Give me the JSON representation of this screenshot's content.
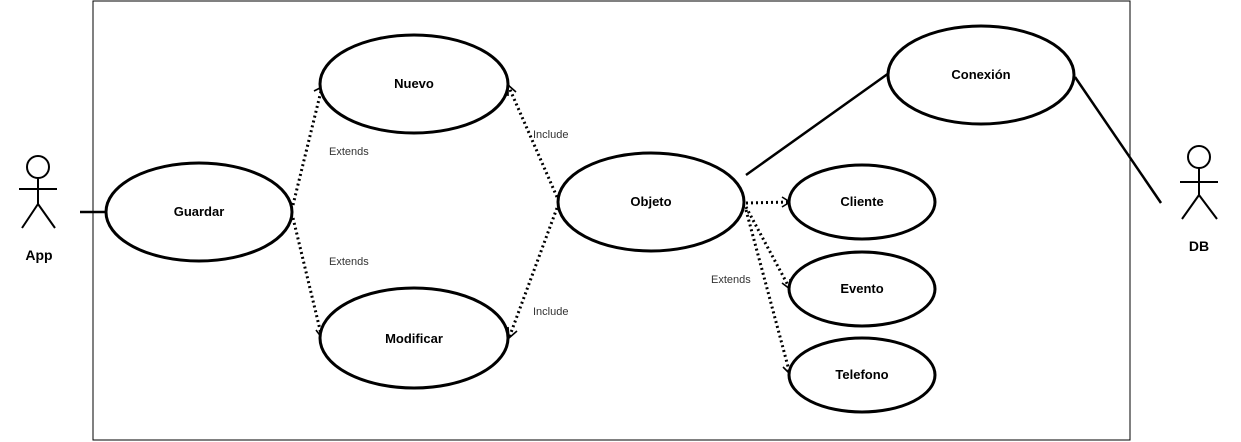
{
  "actors": {
    "app": "App",
    "db": "DB"
  },
  "use_cases": {
    "guardar": "Guardar",
    "nuevo": "Nuevo",
    "modificar": "Modificar",
    "objeto": "Objeto",
    "conexion": "Conexión",
    "cliente": "Cliente",
    "evento": "Evento",
    "telefono": "Telefono"
  },
  "relations": {
    "extends_nuevo": "Extends",
    "extends_modificar": "Extends",
    "include_nuevo": "Include",
    "include_modificar": "Include",
    "extends_objeto": "Extends"
  }
}
